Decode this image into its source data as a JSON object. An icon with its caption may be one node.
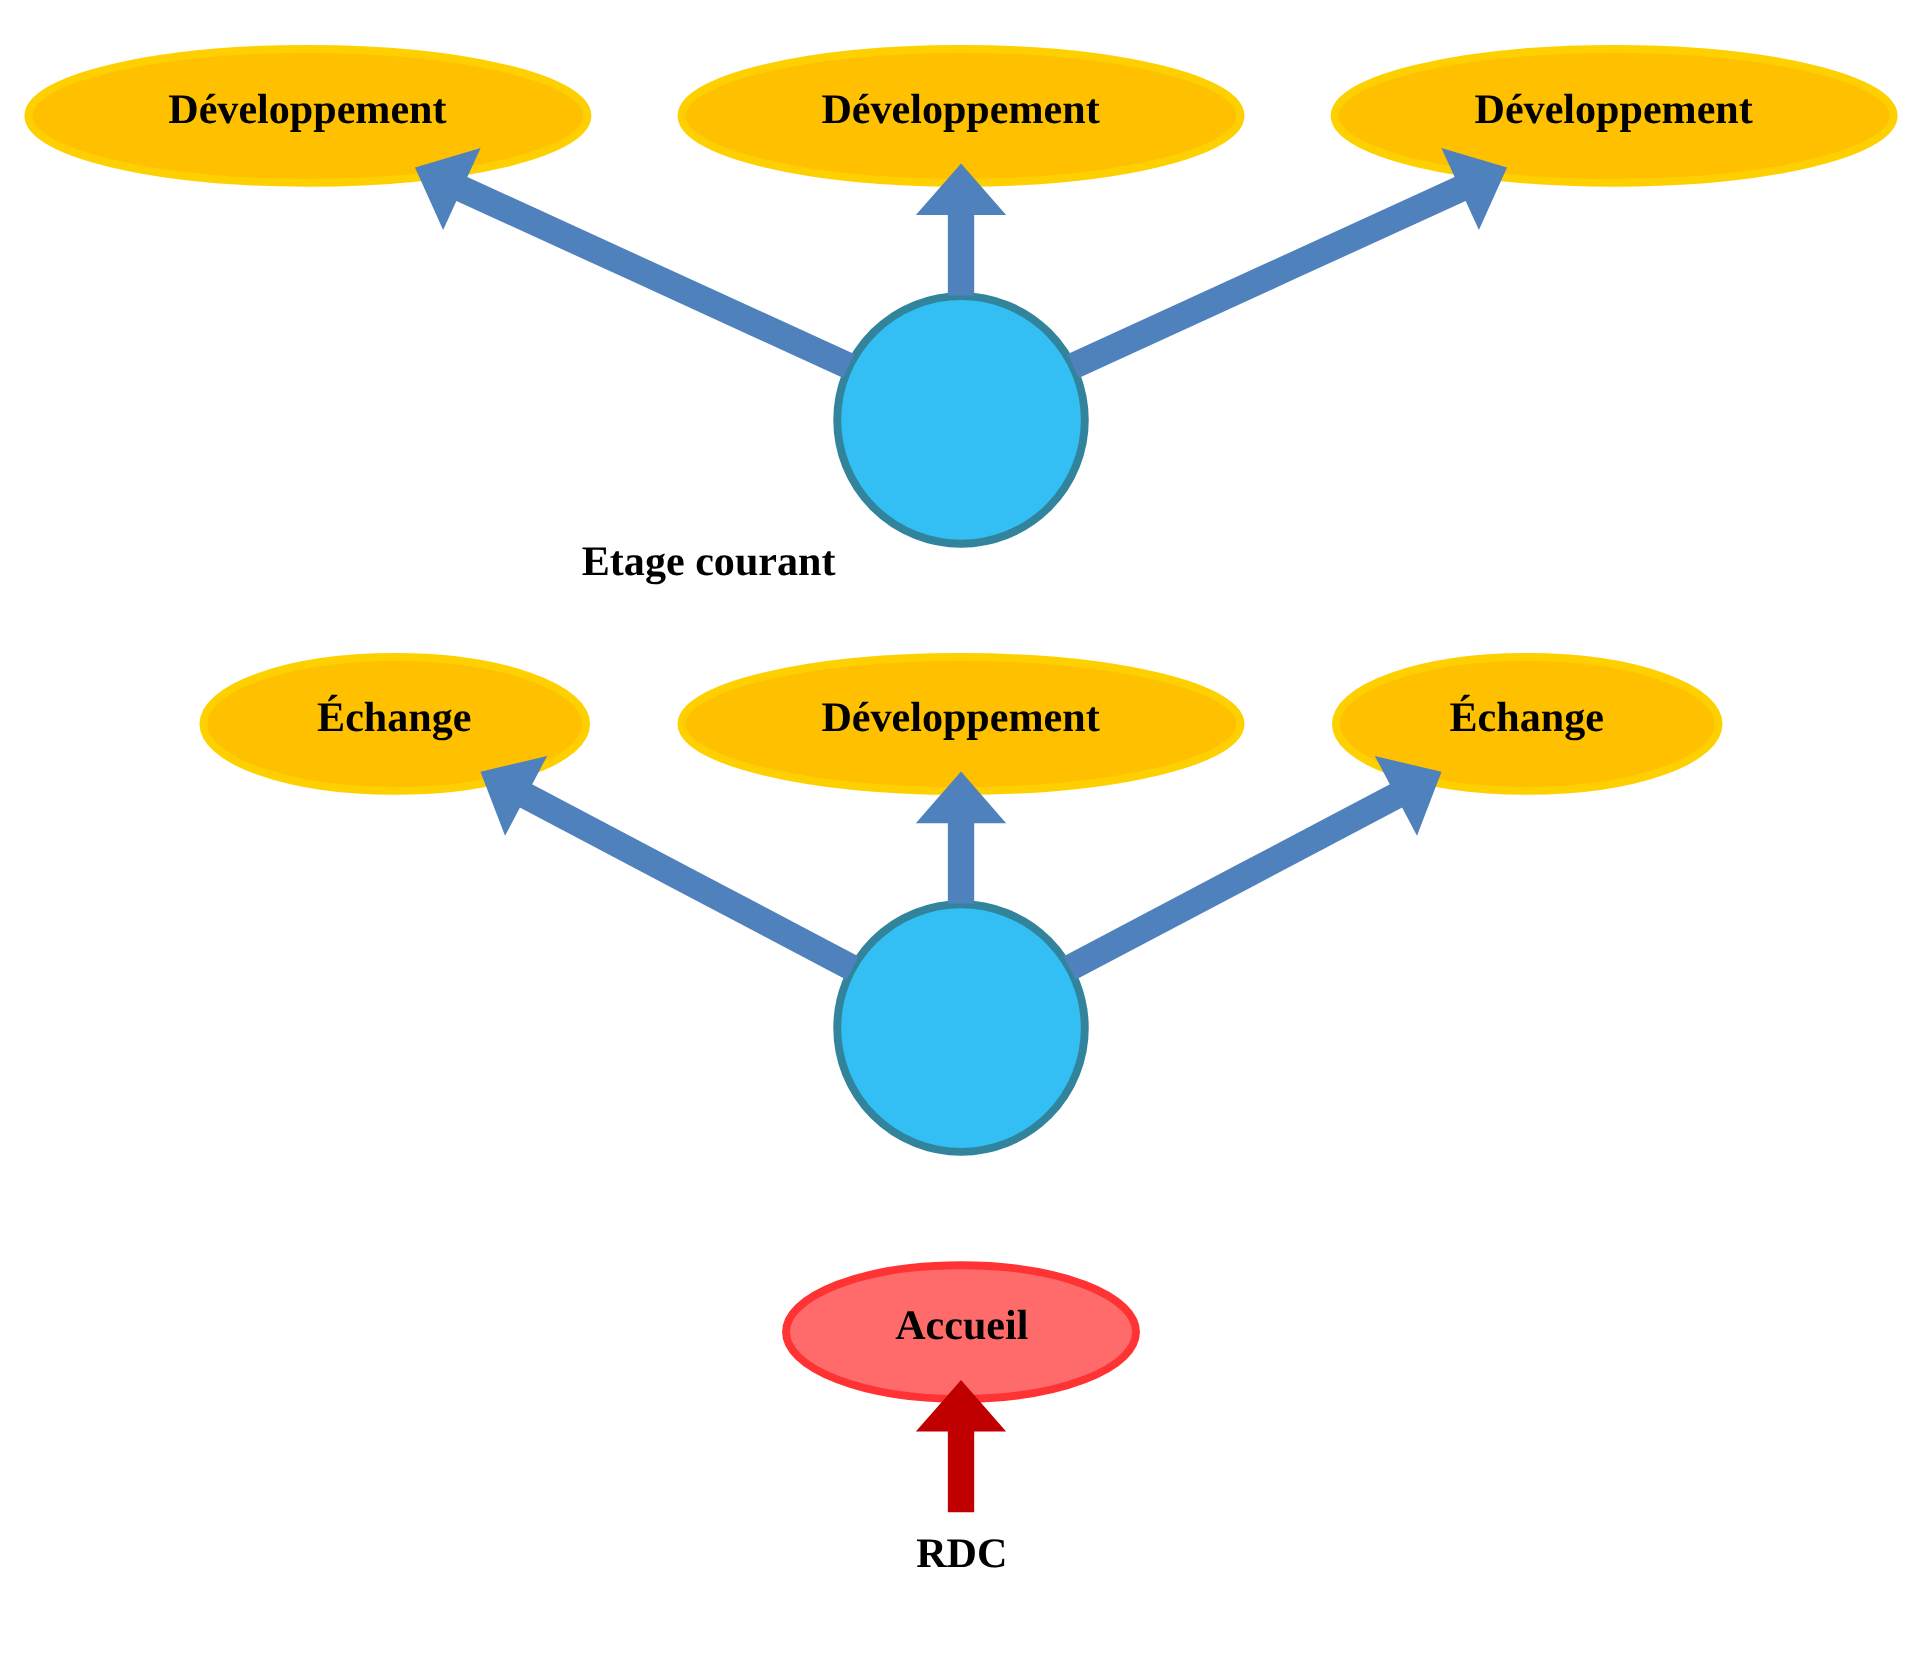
{
  "diagram": {
    "nodes": [
      {
        "text": [],
        "shape": "circle",
        "beside": [
          "Etage courant"
        ]
      },
      {
        "text": [
          "Développement"
        ]
      },
      {
        "text": [
          "Développement"
        ]
      },
      {
        "text": [
          "Développement"
        ]
      },
      {
        "text": [
          "Développement"
        ]
      },
      {
        "text": [
          "Échange"
        ]
      },
      {
        "text": [],
        "shape": "circle"
      },
      {
        "text": [
          "Échange"
        ]
      },
      {
        "text": [
          "Accueil"
        ]
      },
      {
        "text": [
          "RDC"
        ]
      }
    ],
    "edges": [
      {
        "from": 0,
        "to": 1,
        "arrow": "to"
      },
      {
        "from": 0,
        "to": 2,
        "arrow": "to"
      },
      {
        "from": 0,
        "to": 3,
        "arrow": "to"
      },
      {
        "from": 6,
        "to": 4,
        "arrow": "to"
      },
      {
        "from": 6,
        "to": 5,
        "arrow": "to"
      },
      {
        "from": 6,
        "to": 7,
        "arrow": "to"
      },
      {
        "from": 9,
        "to": 8,
        "arrow": "to",
        "color": "#c00000"
      }
    ]
  }
}
